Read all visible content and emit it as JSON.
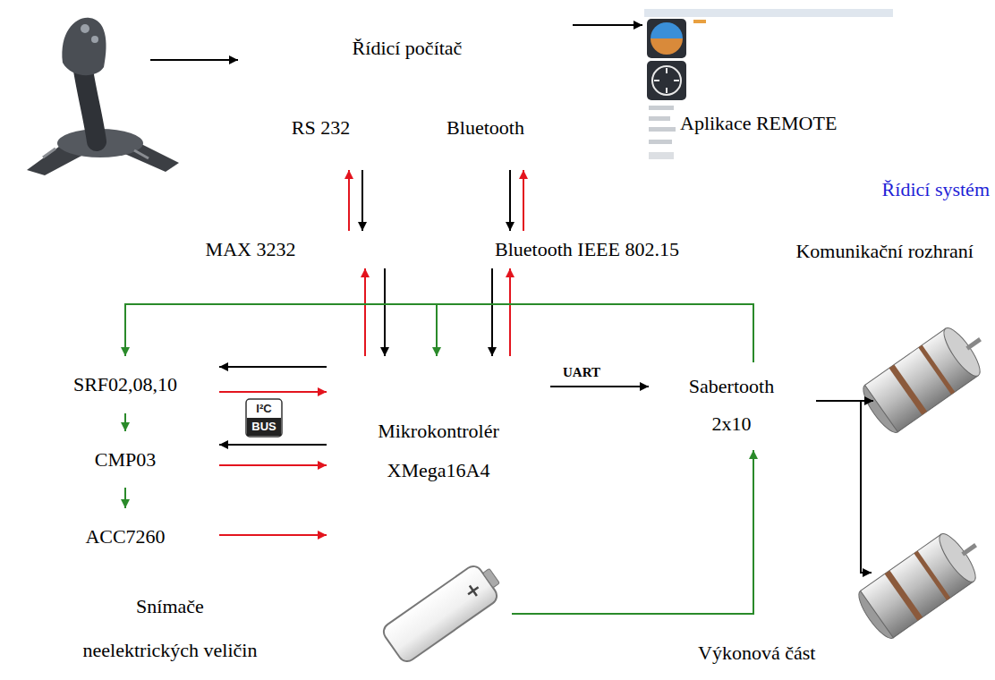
{
  "diagram": {
    "nodes": [
      {
        "text": [
          "Řídicí počítač"
        ]
      },
      {
        "text": [
          "RS 232"
        ],
        "in": 0
      },
      {
        "text": [
          "Bluetooth"
        ],
        "in": 0
      },
      {
        "text": [
          "Aplikace REMOTE"
        ]
      },
      {
        "text": [
          "Řídicí systém"
        ]
      },
      {
        "text": [
          "Komunikační rozhraní"
        ],
        "in": 4
      },
      {
        "text": [
          "MAX 3232"
        ],
        "in": 5
      },
      {
        "text": [
          "Bluetooth IEEE 802.15"
        ],
        "in": 5
      },
      {
        "text": [
          "Snímače neelektrických veličin"
        ],
        "in": 4
      },
      {
        "text": [
          "SRF02,08,10"
        ],
        "in": 8
      },
      {
        "text": [
          "CMP03"
        ],
        "in": 8
      },
      {
        "text": [
          "ACC7260"
        ],
        "in": 8
      },
      {
        "text": [
          "Mikrokontrolér XMega16A4"
        ],
        "in": 4
      },
      {
        "text": [
          "Výkonová část"
        ],
        "in": 4
      },
      {
        "text": [
          "Sabertooth 2x10"
        ],
        "in": 13
      }
    ],
    "edges": [
      {
        "from": 0,
        "to": 3,
        "arrow": "to"
      },
      {
        "from": 1,
        "to": 6,
        "arrow": "to"
      },
      {
        "from": 6,
        "to": 1,
        "arrow": "to"
      },
      {
        "from": 2,
        "to": 7,
        "arrow": "to"
      },
      {
        "from": 7,
        "to": 2,
        "arrow": "to"
      },
      {
        "from": 6,
        "to": 12,
        "arrow": "to"
      },
      {
        "from": 12,
        "to": 6,
        "arrow": "to"
      },
      {
        "from": 7,
        "to": 12,
        "arrow": "to"
      },
      {
        "from": 12,
        "to": 7,
        "arrow": "to"
      },
      {
        "from": 12,
        "to": 9,
        "arrow": "to"
      },
      {
        "from": 9,
        "to": 12,
        "arrow": "to"
      },
      {
        "from": 12,
        "to": 10,
        "arrow": "to"
      },
      {
        "from": 10,
        "to": 12,
        "arrow": "to"
      },
      {
        "from": 11,
        "to": 12,
        "arrow": "to"
      },
      {
        "from": 12,
        "to": 14,
        "arrow": "to",
        "label": "UART"
      },
      {
        "from": 14,
        "to": 9,
        "arrow": "to"
      },
      {
        "from": 14,
        "to": 12,
        "arrow": "to"
      },
      {
        "from": 9,
        "to": 10,
        "arrow": "to"
      },
      {
        "from": 10,
        "to": 11,
        "arrow": "to"
      }
    ],
    "labels": [
      "I²C",
      "BUS"
    ]
  }
}
